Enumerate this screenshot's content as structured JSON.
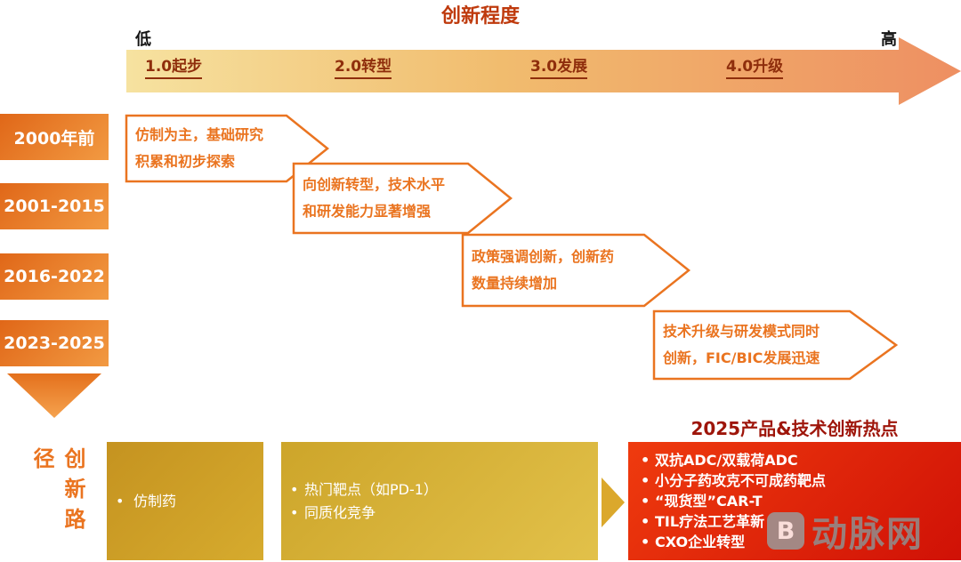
{
  "header": {
    "title": "创新程度",
    "low": "低",
    "high": "高",
    "stages": [
      "1.0起步",
      "2.0转型",
      "3.0发展",
      "4.0升级"
    ]
  },
  "timeline": {
    "periods": [
      "2000年前",
      "2001-2015",
      "2016-2022",
      "2023-2025"
    ]
  },
  "callouts": [
    {
      "line1": "仿制为主，基础研究",
      "line2": "积累和初步探索"
    },
    {
      "line1": "向创新转型，技术水平",
      "line2": "和研发能力显著增强"
    },
    {
      "line1": "政策强调创新，创新药",
      "line2": "数量持续增加"
    },
    {
      "line1": "技术升级与研发模式同时",
      "line2": "创新，FIC/BIC发展迅速"
    }
  ],
  "bottom": {
    "path_label": "创新路径",
    "box1": {
      "items": [
        "仿制药"
      ]
    },
    "box2": {
      "items": [
        "热门靶点（如PD-1）",
        "同质化竞争"
      ]
    },
    "hot": {
      "title": "2025产品&技术创新热点",
      "items": [
        "双抗ADC/双载荷ADC",
        "小分子药攻克不可成药靶点",
        "“现货型”CAR-T",
        "TIL疗法工艺革新",
        "CXO企业转型"
      ]
    }
  },
  "watermark": {
    "logo": "B",
    "text": "动脉网"
  },
  "colors": {
    "accent_orange": "#ea7420",
    "block_orange": "#e06718",
    "arrow_gold": "#f1bc6e",
    "arrow_salmon": "#ee8f62",
    "gold_box": "#d6ab2e",
    "hot_red": "#df2608",
    "maroon_text": "#8f2e0c"
  }
}
